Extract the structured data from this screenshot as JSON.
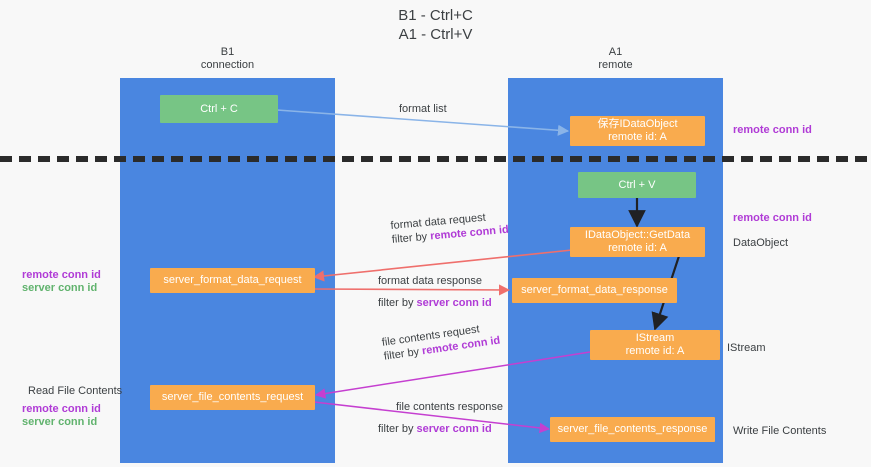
{
  "title": {
    "line1": "B1 - Ctrl+C",
    "line2": "A1 - Ctrl+V"
  },
  "lanes": [
    {
      "id": "b1",
      "name": "B1",
      "subtitle": "connection"
    },
    {
      "id": "a1",
      "name": "A1",
      "subtitle": "remote"
    }
  ],
  "boxes": {
    "ctrl_c": {
      "line1": "Ctrl + C"
    },
    "save_idataobject": {
      "line1": "保存IDataObject",
      "line2": "remote id: A"
    },
    "ctrl_v": {
      "line1": "Ctrl + V"
    },
    "getdata": {
      "line1": "IDataObject::GetData",
      "line2": "remote id: A"
    },
    "server_format_data_request": {
      "line1": "server_format_data_request"
    },
    "server_format_data_response": {
      "line1": "server_format_data_response"
    },
    "istream": {
      "line1": "IStream",
      "line2": "remote id: A"
    },
    "server_file_contents_request": {
      "line1": "server_file_contents_request"
    },
    "server_file_contents_response": {
      "line1": "server_file_contents_response"
    }
  },
  "edges": {
    "format_list": {
      "label": "format list"
    },
    "format_data_request": {
      "label": "format data request",
      "filter_prefix": "filter by ",
      "filter_key": "remote conn id"
    },
    "format_data_response": {
      "label": "format data response",
      "filter_prefix": "filter by ",
      "filter_key": "server conn id"
    },
    "file_contents_request": {
      "label": "file contents request",
      "filter_prefix": "filter by ",
      "filter_key": "remote conn id"
    },
    "file_contents_response": {
      "label": "file contents response",
      "filter_prefix": "filter by ",
      "filter_key": "server conn id"
    }
  },
  "annotations": {
    "right_remote_conn_id_top": "remote conn id",
    "right_remote_conn_id_mid": "remote conn id",
    "right_dataobject": "DataObject",
    "right_istream": "IStream",
    "right_write_file_contents": "Write File Contents",
    "left_remote_conn_id_mid": "remote conn id",
    "left_server_conn_id_mid": "server conn id",
    "left_read_file_contents": "Read File Contents",
    "left_remote_conn_id_bottom": "remote conn id",
    "left_server_conn_id_bottom": "server conn id"
  },
  "colors": {
    "lane": "#4a86e0",
    "box_green": "#77c585",
    "box_orange": "#f9ab4e",
    "accent_purple": "#b03bd6",
    "accent_green": "#61b36e",
    "arrow_blue": "#8ab4e8",
    "arrow_red": "#ef6f6c",
    "arrow_magenta": "#c53fd0",
    "arrow_black": "#202124"
  }
}
